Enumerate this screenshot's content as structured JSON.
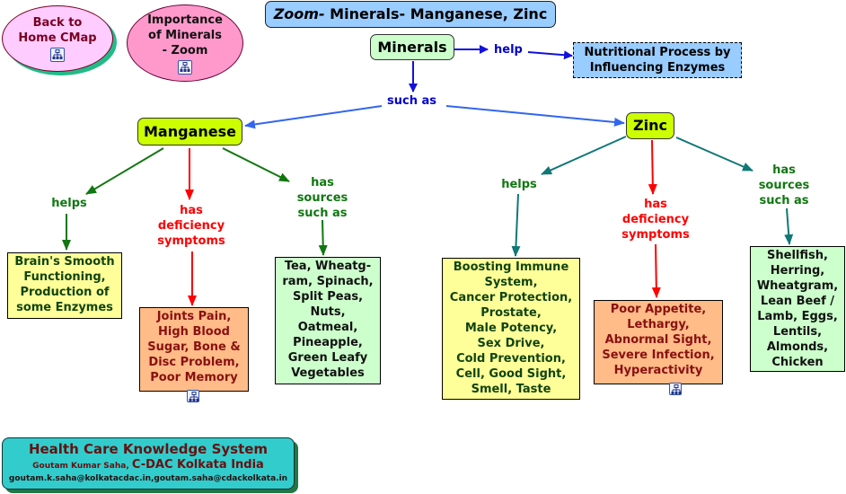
{
  "nav": {
    "back_home": {
      "line1": "Back to",
      "line2": "Home CMap"
    },
    "importance": {
      "line1": "Importance",
      "line2": "of Minerals",
      "line3": "- Zoom"
    }
  },
  "title": {
    "prefix": "Zoom-",
    "text": " Minerals- Manganese, Zinc"
  },
  "concepts": {
    "minerals": "Minerals",
    "nutritional": {
      "line1": "Nutritional Process by",
      "line2": "Influencing Enzymes"
    },
    "manganese": "Manganese",
    "zinc": "Zinc"
  },
  "links": {
    "help": "help",
    "such_as": "such as",
    "mn_helps": "helps",
    "mn_deficiency": [
      "has",
      "deficiency",
      "symptoms"
    ],
    "mn_sources": [
      "has",
      "sources",
      "such as"
    ],
    "zn_helps": "helps",
    "zn_deficiency": [
      "has",
      "deficiency",
      "symptoms"
    ],
    "zn_sources": [
      "has",
      "sources",
      "such as"
    ]
  },
  "leaves": {
    "mn_helps": [
      "Brain's Smooth",
      "Functioning,",
      "Production of",
      "some Enzymes"
    ],
    "mn_deficiency": [
      "Joints Pain,",
      "High Blood",
      "Sugar, Bone &",
      "Disc Problem,",
      "Poor Memory"
    ],
    "mn_sources": [
      "Tea, Wheatg-",
      "ram, Spinach,",
      "Split Peas,",
      "Nuts,",
      "Oatmeal,",
      "Pineapple,",
      "Green Leafy",
      "Vegetables"
    ],
    "zn_helps": [
      "Boosting Immune",
      "System,",
      "Cancer Protection,",
      "Prostate,",
      "Male Potency,",
      "Sex Drive,",
      "Cold Prevention,",
      "Cell, Good Sight,",
      "Smell, Taste"
    ],
    "zn_deficiency": [
      "Poor Appetite,",
      "Lethargy,",
      "Abnormal Sight,",
      "Severe Infection,",
      "Hyperactivity"
    ],
    "zn_sources": [
      "Shellfish,",
      "Herring,",
      "Wheatgram,",
      "Lean Beef /",
      "Lamb, Eggs,",
      "Lentils,",
      "Almonds,",
      "Chicken"
    ]
  },
  "footer": {
    "title": "Health Care Knowledge System",
    "author": "Goutam Kumar Saha, ",
    "org": "C-DAC Kolkata India",
    "emails": "goutam.k.saha@kolkatacdac.in,goutam.saha@cdackolkata.in"
  },
  "colors": {
    "blue_link": "#0000cc",
    "green_link": "#007700",
    "red_link": "#ff0000",
    "teal_link": "#007777",
    "concept_yellow": "#ccff00",
    "leaf_yellow": "#ffff99",
    "leaf_orange": "#ffbb88",
    "leaf_green": "#ccffcc",
    "footer_teal": "#33cccc"
  }
}
